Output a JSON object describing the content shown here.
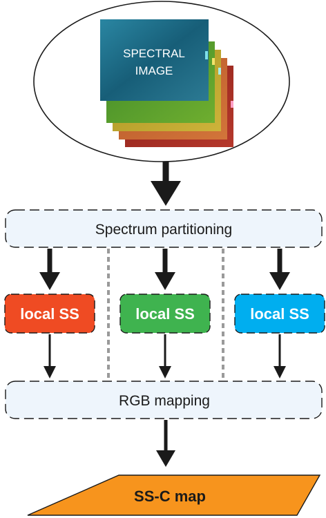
{
  "diagram": {
    "input": {
      "label_line1": "SPECTRAL",
      "label_line2": "IMAGE"
    },
    "stages": {
      "partition_label": "Spectrum partitioning",
      "mapping_label": "RGB mapping"
    },
    "local_blocks": [
      {
        "label": "local SS",
        "color": "#ef4b23"
      },
      {
        "label": "local SS",
        "color": "#3fb34f"
      },
      {
        "label": "local SS",
        "color": "#00aeef"
      }
    ],
    "output": {
      "label": "SS-C map",
      "color": "#f7941d"
    },
    "colors": {
      "stage_fill": "#eef5fc",
      "layer_cyan": "#1e6f86",
      "layer_green": "#5a9a2a",
      "layer_yellow": "#b8a22a",
      "layer_orange": "#c9652a",
      "layer_red": "#a02a22"
    }
  }
}
